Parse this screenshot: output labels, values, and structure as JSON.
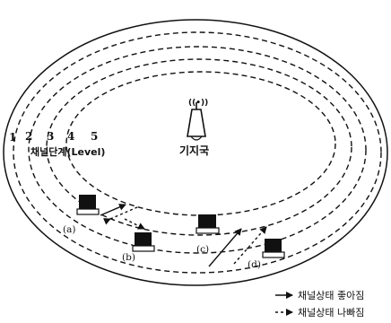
{
  "diagram": {
    "levels": [
      "1",
      "2",
      "3",
      "4",
      "5"
    ],
    "level_caption": "채널단계(Level)",
    "base_station_label": "기지국",
    "antenna_glyph": "((•))",
    "path_labels": [
      "(a)",
      "(b)",
      "(c)",
      "(d)"
    ],
    "legend": {
      "good": "채널상태 좋아짐",
      "bad": "채널상태 나빠짐"
    }
  }
}
